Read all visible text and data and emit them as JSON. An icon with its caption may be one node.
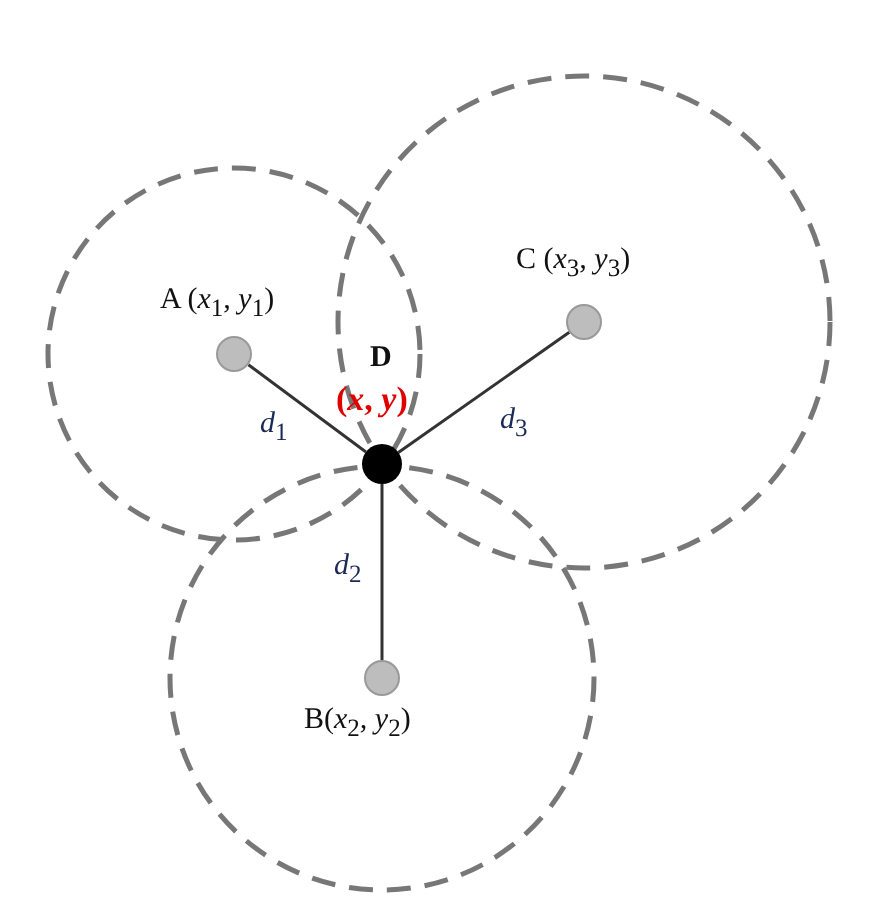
{
  "diagram": {
    "nodes": [
      {
        "text": [
          "A (*x*$_{1}$*, y*$_{1}$)"
        ]
      },
      {
        "text": [
          "C (*x*$_{3}$*, y*$_{3}$)"
        ]
      },
      {
        "text": [
          "D",
          "(*x*, *y*)"
        ]
      },
      {
        "text": [
          "B(*x*$_{2}$*, y*$_{2}$)"
        ]
      }
    ],
    "edges": [
      {
        "from": 0,
        "to": 2,
        "arrow": "none",
        "label": "*d*$_{1}$"
      },
      {
        "from": 1,
        "to": 2,
        "arrow": "none",
        "label": "*d*$_{3}$"
      },
      {
        "from": 3,
        "to": 2,
        "arrow": "none",
        "label": "*d*$_{2}$"
      }
    ]
  }
}
